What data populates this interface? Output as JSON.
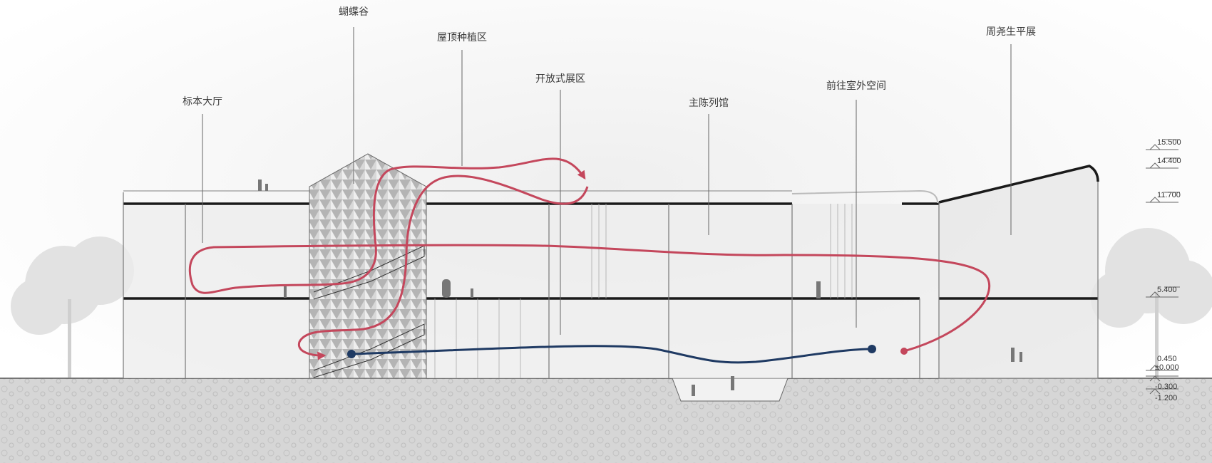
{
  "labels": {
    "butterfly_valley": "蝴蝶谷",
    "roof_planting": "屋顶种植区",
    "open_exhibition": "开放式展区",
    "specimen_hall": "标本大厅",
    "main_gallery": "主陈列馆",
    "to_outdoor": "前往室外空间",
    "zhouyao_exhibition": "周尧生平展"
  },
  "elevations": [
    "15.500",
    "14.400",
    "11.700",
    "5.400",
    "0.450",
    "±0.000",
    "-0.300",
    "-1.200"
  ],
  "colors": {
    "red_route": "#c4475c",
    "blue_route": "#1f3a63",
    "structure": "#1a1a1a",
    "ground": "#d2d2d2"
  }
}
